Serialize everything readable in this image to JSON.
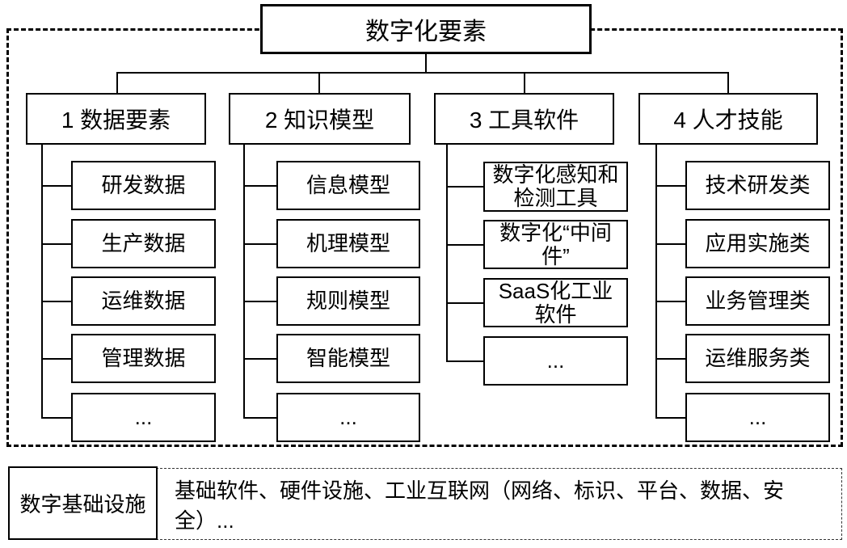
{
  "root": {
    "label": "数字化要素"
  },
  "columns": [
    {
      "header": "1 数据要素",
      "children": [
        "研发数据",
        "生产数据",
        "运维数据",
        "管理数据",
        "..."
      ]
    },
    {
      "header": "2 知识模型",
      "children": [
        "信息模型",
        "机理模型",
        "规则模型",
        "智能模型",
        "..."
      ]
    },
    {
      "header": "3 工具软件",
      "children": [
        "数字化感知和\n检测工具",
        "数字化“中间\n件”",
        "SaaS化工业\n软件",
        "..."
      ]
    },
    {
      "header": "4 人才技能",
      "children": [
        "技术研发类",
        "应用实施类",
        "业务管理类",
        "运维服务类",
        "..."
      ]
    }
  ],
  "infrastructure": {
    "label": "数字基础设施",
    "description": "基础软件、硬件设施、工业互联网（网络、标识、平台、数据、安全）..."
  },
  "colors": {
    "line": "#000000",
    "background": "#ffffff"
  }
}
